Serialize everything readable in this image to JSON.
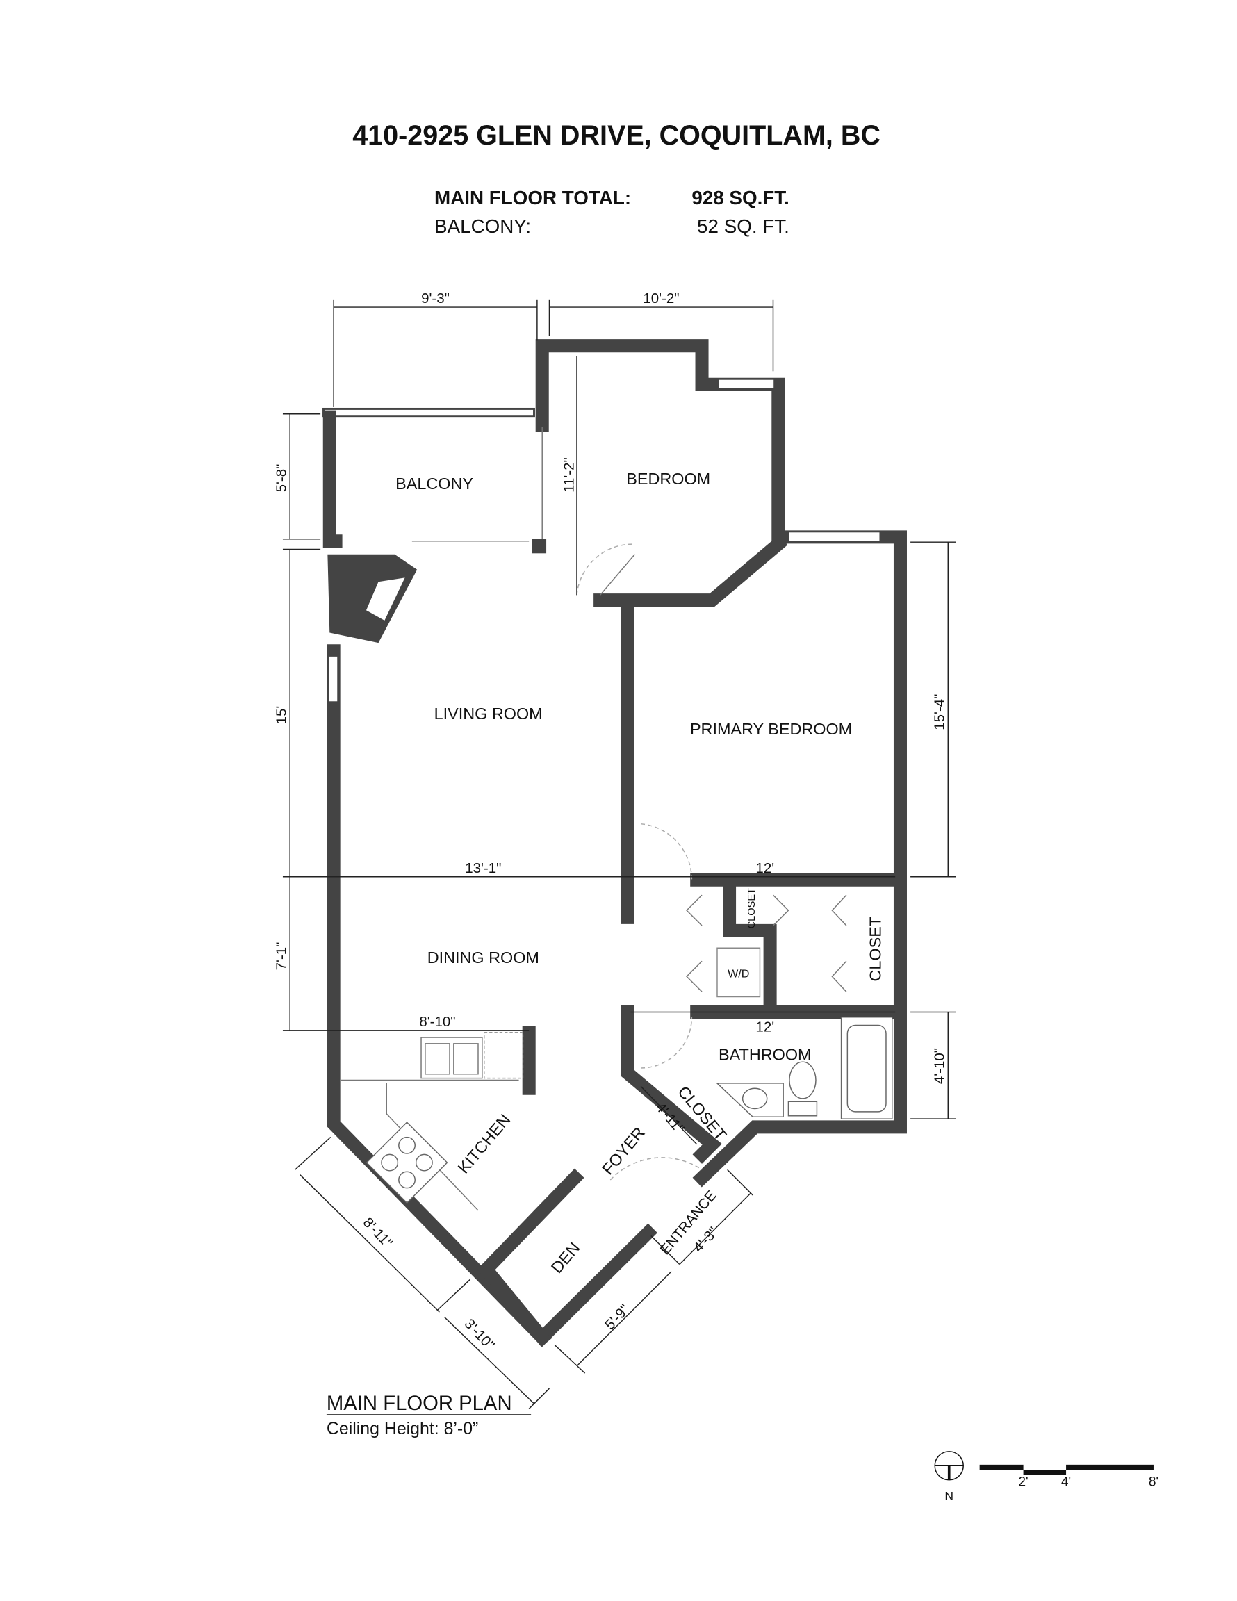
{
  "header": {
    "title": "410-2925 GLEN DRIVE, COQUITLAM, BC",
    "main_floor_label": "MAIN FLOOR TOTAL:",
    "main_floor_value": "928 SQ.FT.",
    "balcony_label": "BALCONY:",
    "balcony_value": "52 SQ. FT."
  },
  "rooms": {
    "balcony": "BALCONY",
    "bedroom": "BEDROOM",
    "living": "LIVING ROOM",
    "primary": "PRIMARY BEDROOM",
    "dining": "DINING ROOM",
    "kitchen": "KITCHEN",
    "bathroom": "BATHROOM",
    "closet_small": "CLOSET",
    "closet_right": "CLOSET",
    "closet_foyer": "CLOSET",
    "wd": "W/D",
    "foyer": "FOYER",
    "den": "DEN",
    "entrance": "ENTRANCE"
  },
  "dimensions": {
    "balcony_width": "9'-3\"",
    "bedroom_width": "10'-2\"",
    "balcony_depth": "5'-8\"",
    "bedroom_depth": "11'-2\"",
    "living_depth": "15'",
    "primary_depth": "15'-4\"",
    "living_width": "13'-1\"",
    "primary_width": "12'",
    "dining_depth": "7'-1\"",
    "kitchen_width": "8'-10\"",
    "bath_width": "12'",
    "bath_depth": "4'-10\"",
    "foyer_closet": "4'-11\"",
    "kitchen_diag": "8'-11\"",
    "den_diag_a": "3'-10\"",
    "den_diag_b": "5'-9\"",
    "entrance_width": "4'-3\""
  },
  "footer": {
    "plan_title": "MAIN FLOOR PLAN",
    "ceiling": "Ceiling Height: 8’-0”"
  },
  "legend": {
    "north": "N",
    "scale_2": "2'",
    "scale_4": "4'",
    "scale_8": "8'"
  }
}
